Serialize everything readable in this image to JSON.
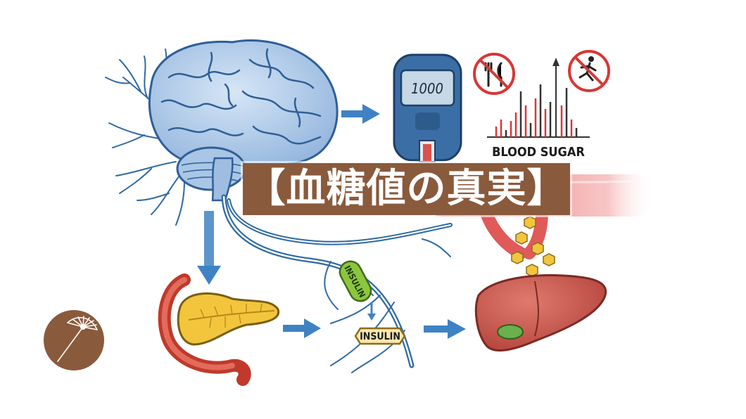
{
  "title": "【血糖値の真実】",
  "meter": {
    "display": "1000"
  },
  "chart": {
    "label": "BLOOD SUGAR"
  },
  "labels": {
    "insulin_pill": "INSULIN",
    "insulin_tag": "INSULIN"
  },
  "icons": [
    "brain-icon",
    "glucose-meter-icon",
    "no-eating-icon",
    "no-running-icon",
    "pancreas-icon",
    "liver-icon",
    "blood-vessel-icon",
    "glucose-molecule-icon",
    "brand-logo-fan-icon"
  ],
  "colors": {
    "banner": "#8a5a3c",
    "brain": "#a9c6e6",
    "nerves": "#2f6aa3",
    "arrows": "#3f82c4",
    "vessel": "#e05a5a",
    "liver": "#c9534a",
    "pancreas": "#f2c53d",
    "glucose": "#f2c53d",
    "prohibit": "#d93636",
    "logo": "#8a5a3c"
  }
}
